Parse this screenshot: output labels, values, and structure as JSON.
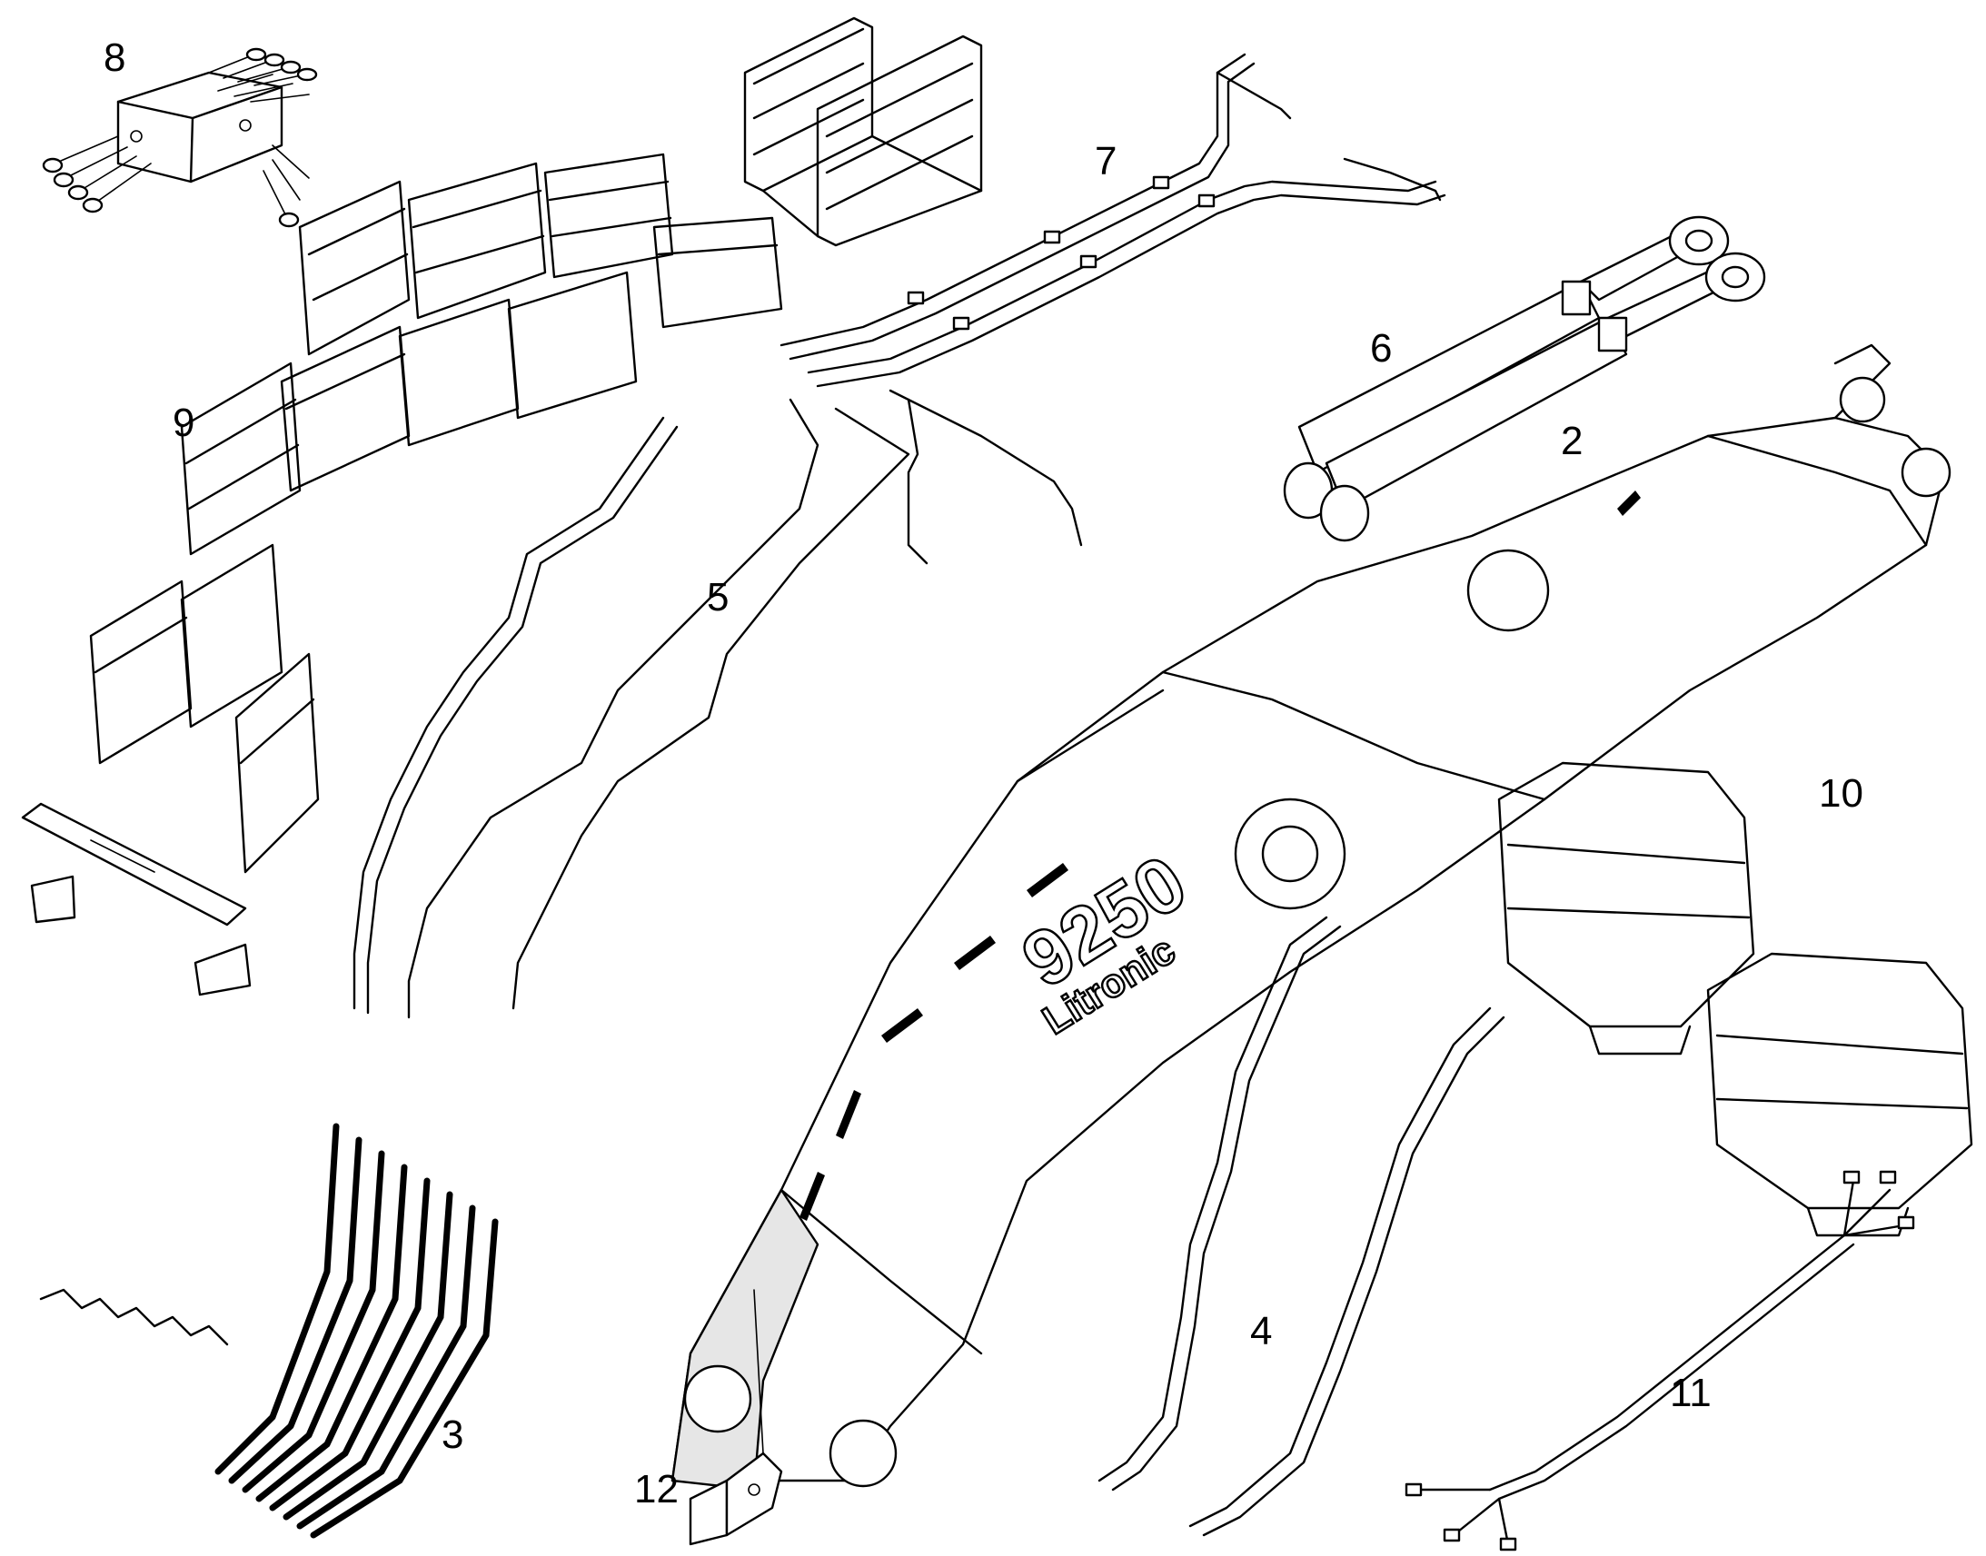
{
  "callouts": [
    {
      "id": "c8",
      "label": "8"
    },
    {
      "id": "c7",
      "label": "7"
    },
    {
      "id": "c9",
      "label": "9"
    },
    {
      "id": "c6",
      "label": "6"
    },
    {
      "id": "c2",
      "label": "2"
    },
    {
      "id": "c5",
      "label": "5"
    },
    {
      "id": "c10",
      "label": "10"
    },
    {
      "id": "c4",
      "label": "4"
    },
    {
      "id": "c11",
      "label": "11"
    },
    {
      "id": "c3",
      "label": "3"
    },
    {
      "id": "c12",
      "label": "12"
    }
  ],
  "boom_lettering": {
    "model": "9250",
    "brand": "Litronic"
  }
}
